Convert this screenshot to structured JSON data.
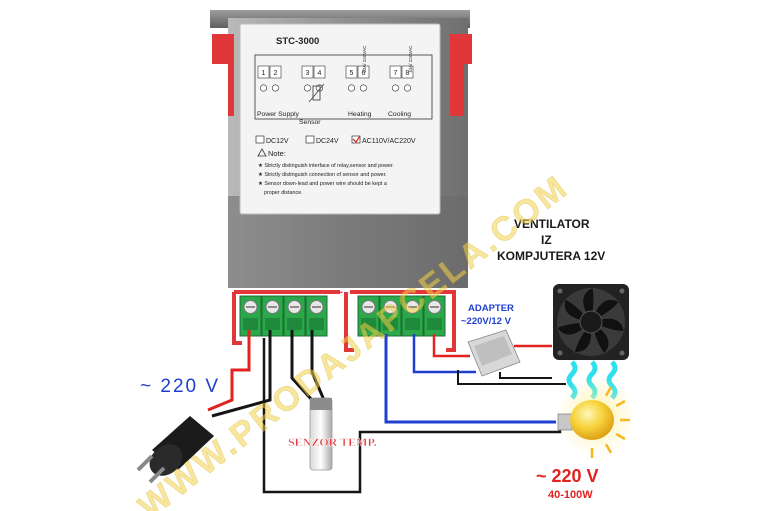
{
  "controller": {
    "model": "STC-3000",
    "terminal_numbers": [
      "1",
      "2",
      "3",
      "4",
      "5",
      "6",
      "7",
      "8"
    ],
    "group_labels": {
      "power": "Power Supply",
      "sensor": "Sensor",
      "heating": "Heating",
      "cooling": "Cooling"
    },
    "relay_ratings": [
      "10A/\n220VAC",
      "10A/\n220VAC"
    ],
    "voltage_options": [
      "DC12V",
      "DC24V",
      "AC110V/AC220V"
    ],
    "voltage_selected_index": 2,
    "note_title": "Note:",
    "notes": [
      "Strictly distinguish interface of relay,sensor and power.",
      "Strictly distinguish connection of sensor and power.",
      "Sensor down-lead and power wire should be kept a",
      "proper distance."
    ]
  },
  "labels": {
    "fan_title_1": "VENTILATOR",
    "fan_title_2": "IZ",
    "fan_title_3": "KOMPJUTERA 12V",
    "adapter_1": "ADAPTER",
    "adapter_2": "~220V/12 V",
    "mains_voltage": "~ 220 V",
    "sensor_tag": "SENZOR TEMP.",
    "bulb_voltage": "~ 220 V",
    "bulb_power": "40-100W",
    "watermark": "WWW.PRODAJAPCELA.COM"
  },
  "colors": {
    "wire_red": "#e1221f",
    "wire_blue": "#1f3fd0",
    "wire_black": "#151515",
    "terminal_green": "#2aa84a",
    "bracket_red": "#e2373a",
    "heat_wave": "#2ee0ee",
    "bulb_yellow": "#f5d020",
    "watermark": "#f2d24a"
  }
}
